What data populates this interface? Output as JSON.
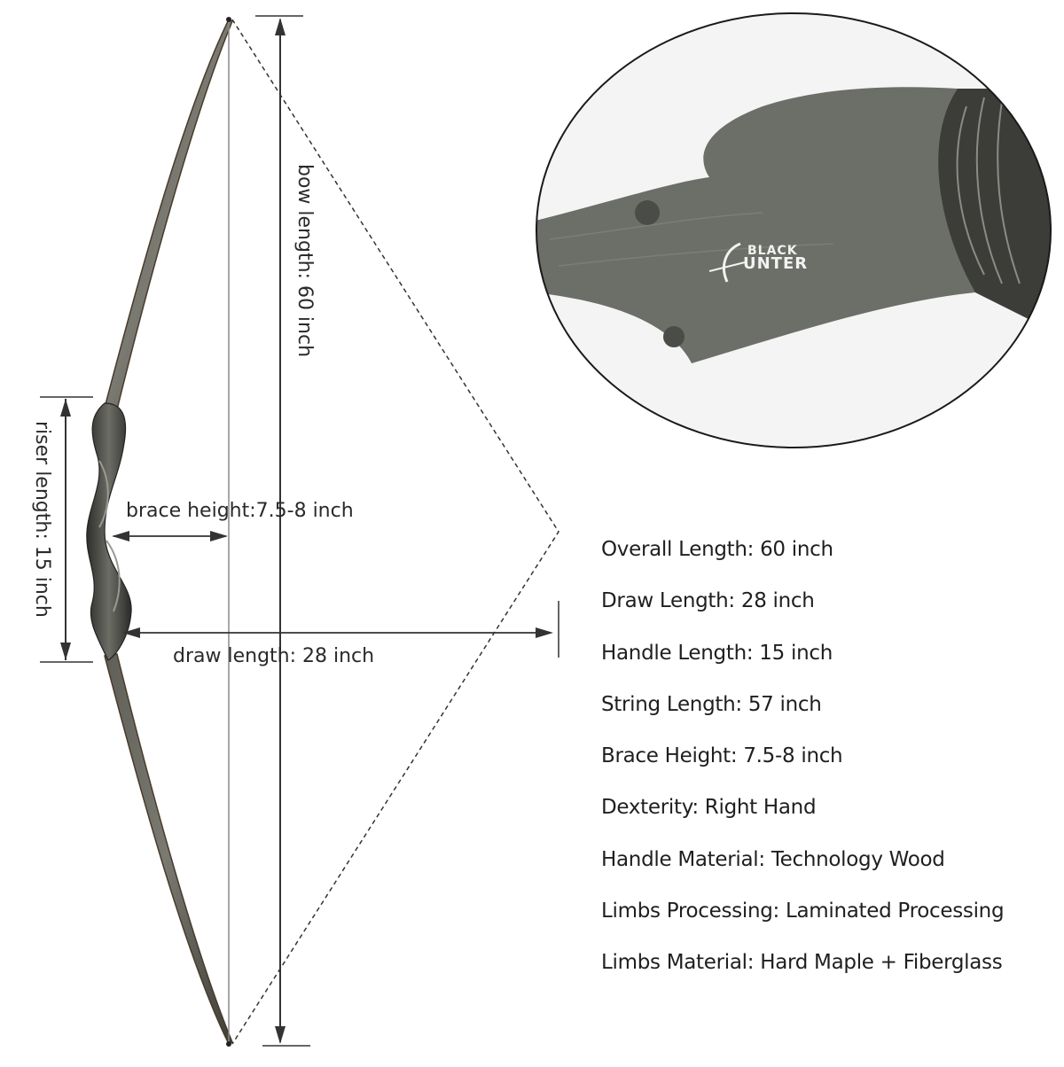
{
  "diagram": {
    "labels": {
      "bow_length": "bow length: 60 inch",
      "riser_length": "riser length: 15 inch",
      "brace_height": "brace height:7.5-8 inch",
      "draw_length": "draw length: 28 inch"
    },
    "brand": {
      "line1": "BLACK",
      "line2": "UNTER"
    }
  },
  "specs": [
    "Overall Length: 60 inch",
    "Draw Length: 28 inch",
    "Handle Length: 15 inch",
    "String Length: 57 inch",
    "Brace Height: 7.5-8 inch",
    "Dexterity: Right Hand",
    "Handle Material: Technology Wood",
    "Limbs Processing: Laminated Processing",
    "Limbs Material: Hard Maple + Fiberglass"
  ],
  "colors": {
    "wood_dark": "#3a3a36",
    "wood_mid": "#6b6b62",
    "limb_edge": "#7a5a3a",
    "line": "#333333"
  }
}
